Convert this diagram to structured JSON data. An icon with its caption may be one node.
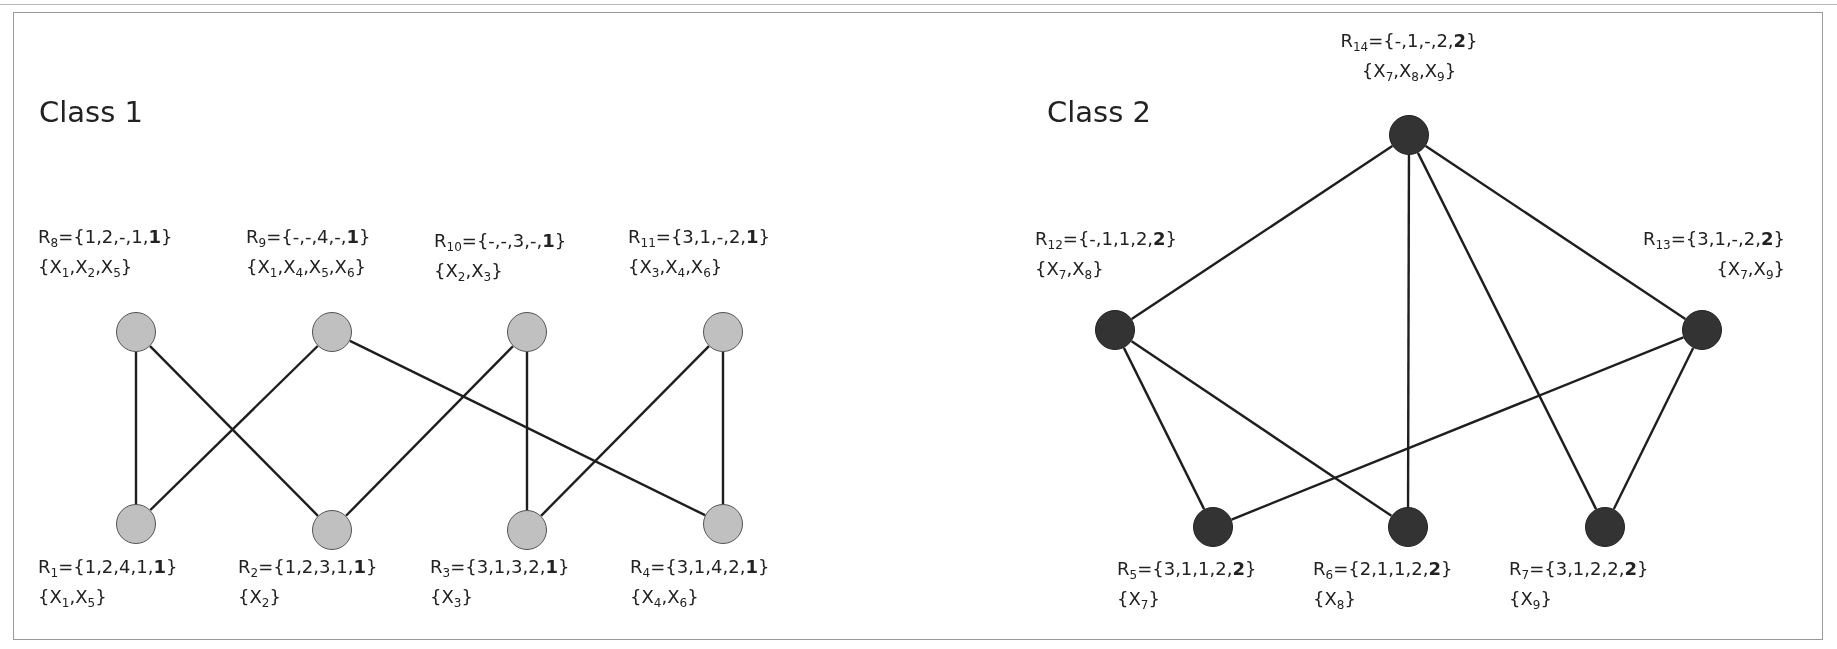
{
  "diagram": {
    "nodes": [
      {
        "text": [],
        "shape": "circle",
        "beside": [
          "R$_{8}$={1,2,-,1,**1**}",
          "{X$_{1}$,X$_{2}$,X$_{5}$}"
        ]
      },
      {
        "text": [],
        "shape": "circle",
        "beside": [
          "R$_{9}$={-,-,4,-,**1**}",
          "{X$_{1}$,X$_{4}$,X$_{5}$,X$_{6}$}"
        ]
      },
      {
        "text": [],
        "shape": "circle",
        "beside": [
          "R$_{10}$={-,-,3,-,**1**}",
          "{X$_{2}$,X$_{3}$}"
        ]
      },
      {
        "text": [],
        "shape": "circle",
        "beside": [
          "R$_{11}$={3,1,-,2,**1**}",
          "{X$_{3}$,X$_{4}$,X$_{6}$}"
        ]
      },
      {
        "text": [],
        "shape": "circle",
        "beside": [
          "R$_{14}$={-,1,-,2,**2**}",
          "{X$_{7}$,X$_{8}$,X$_{9}$}"
        ]
      },
      {
        "text": [],
        "shape": "circle",
        "beside": [
          "R$_{12}$={-,1,1,2,**2**}",
          "{X$_{7}$,X$_{8}$}"
        ]
      },
      {
        "text": [],
        "shape": "circle",
        "beside": [
          "R$_{13}$={3,1,-,2,**2**}",
          "{X$_{7}$,X$_{9}$}"
        ]
      },
      {
        "text": [],
        "shape": "circle",
        "beside": [
          "R$_{1}$={1,2,4,1,**1**}",
          "{X$_{1}$,X$_{5}$}"
        ]
      },
      {
        "text": [],
        "shape": "circle",
        "beside": [
          "R$_{2}$={1,2,3,1,**1**}",
          "{X$_{2}$}"
        ]
      },
      {
        "text": [],
        "shape": "circle",
        "beside": [
          "R$_{3}$={3,1,3,2,**1**}",
          "{X$_{3}$}"
        ]
      },
      {
        "text": [],
        "shape": "circle",
        "beside": [
          "R$_{4}$={3,1,4,2,**1**}",
          "{X$_{4}$,X$_{6}$}"
        ]
      },
      {
        "text": [],
        "shape": "circle",
        "beside": [
          "R$_{5}$={3,1,1,2,**2**}",
          "{X$_{7}$}"
        ]
      },
      {
        "text": [],
        "shape": "circle",
        "beside": [
          "R$_{6}$={2,1,1,2,**2**}",
          "{X$_{8}$}"
        ]
      },
      {
        "text": [],
        "shape": "circle",
        "beside": [
          "R$_{7}$={3,1,2,2,**2**}",
          "{X$_{9}$}"
        ]
      }
    ],
    "edges": [
      {
        "from": 0,
        "to": 7,
        "arrow": "none"
      },
      {
        "from": 0,
        "to": 8,
        "arrow": "none"
      },
      {
        "from": 1,
        "to": 7,
        "arrow": "none"
      },
      {
        "from": 1,
        "to": 10,
        "arrow": "none"
      },
      {
        "from": 2,
        "to": 8,
        "arrow": "none"
      },
      {
        "from": 2,
        "to": 9,
        "arrow": "none"
      },
      {
        "from": 3,
        "to": 9,
        "arrow": "none"
      },
      {
        "from": 3,
        "to": 10,
        "arrow": "none"
      },
      {
        "from": 4,
        "to": 5,
        "arrow": "none"
      },
      {
        "from": 4,
        "to": 12,
        "arrow": "none"
      },
      {
        "from": 4,
        "to": 13,
        "arrow": "none"
      },
      {
        "from": 4,
        "to": 6,
        "arrow": "none"
      },
      {
        "from": 5,
        "to": 11,
        "arrow": "none"
      },
      {
        "from": 5,
        "to": 12,
        "arrow": "none"
      },
      {
        "from": 6,
        "to": 11,
        "arrow": "none"
      },
      {
        "from": 6,
        "to": 13,
        "arrow": "none"
      }
    ],
    "labels": [
      "Class 1",
      "Class 2"
    ]
  }
}
